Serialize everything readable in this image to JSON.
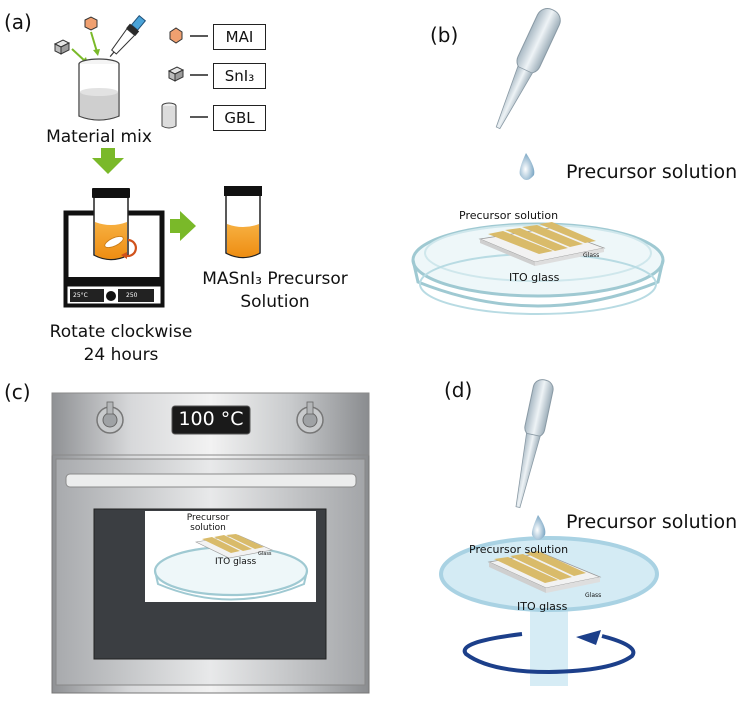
{
  "panels": {
    "a": {
      "label": "(a)",
      "legend": [
        {
          "icon": "hexagon-icon",
          "text": "MAI"
        },
        {
          "icon": "cube-icon",
          "text": "SnI₃"
        },
        {
          "icon": "vial-icon",
          "text": "GBL"
        }
      ],
      "material_mix": "Material mix",
      "precursor_line1": "MASnI₃ Precursor",
      "precursor_line2": "Solution",
      "rotate_line1": "Rotate clockwise",
      "rotate_line2": "24 hours",
      "device_temp": "25°C",
      "device_speed": "250"
    },
    "b": {
      "label": "(b)",
      "precursor_solution": "Precursor solution",
      "dish_precursor": "Precursor solution",
      "ito_glass": "ITO glass",
      "glass": "Glass"
    },
    "c": {
      "label": "(c)",
      "oven_display": "100 °C",
      "window_precursor_line1": "Precursor",
      "window_precursor_line2": "solution",
      "window_ito": "ITO glass",
      "window_glass": "Glass"
    },
    "d": {
      "label": "(d)",
      "precursor_solution": "Precursor solution",
      "dish_precursor": "Precursor solution",
      "ito_glass": "ITO glass",
      "glass": "Glass"
    }
  },
  "colors": {
    "arrow_green": "#7ab929",
    "solution_orange": "#f29b1c",
    "hexagon_orange": "#f0a070",
    "ito_gold": "#d9bb6a",
    "dish_blue": "#bfe2ee",
    "spin_blue": "#1c3f8a"
  }
}
